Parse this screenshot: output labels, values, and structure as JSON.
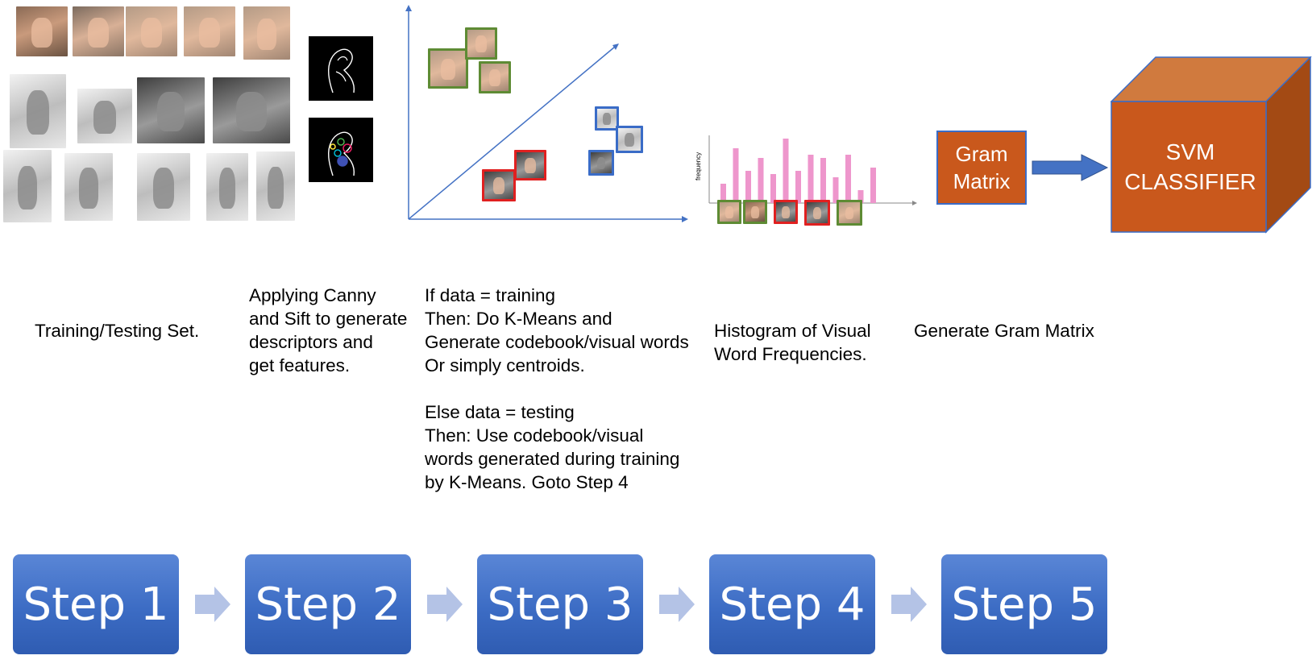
{
  "gram_box": {
    "line1": "Gram",
    "line2": "Matrix"
  },
  "svm_box": {
    "line1": "SVM",
    "line2": "CLASSIFIER"
  },
  "histogram": {
    "ylabel": "frequency",
    "bar_heights": [
      0.3,
      0.85,
      0.5,
      0.7,
      0.45,
      1.0,
      0.5,
      0.75,
      0.7,
      0.4,
      0.75,
      0.2,
      0.55
    ],
    "bar_color": "#ee96cc"
  },
  "captions": {
    "step1": "Training/Testing Set.",
    "step2": "Applying Canny\nand Sift to generate\ndescriptors and\nget features.",
    "step3": "If data = training\nThen: Do K-Means and\nGenerate codebook/visual words\nOr simply centroids.\n\nElse data = testing\nThen: Use codebook/visual\nwords generated during training\nby K-Means. Goto  Step 4",
    "step4": "Histogram of Visual\nWord Frequencies.",
    "step5": "Generate Gram Matrix"
  },
  "steps": [
    "Step 1",
    "Step 2",
    "Step 3",
    "Step 4",
    "Step 5"
  ],
  "colors": {
    "step_blue": "#3c6cc4",
    "chevron": "#b4c3e6",
    "orange": "#c9581c",
    "axis_blue": "#4472c4",
    "cluster_green": "#5e8b34",
    "cluster_red": "#e02020",
    "cluster_blue": "#3a6cc7"
  }
}
